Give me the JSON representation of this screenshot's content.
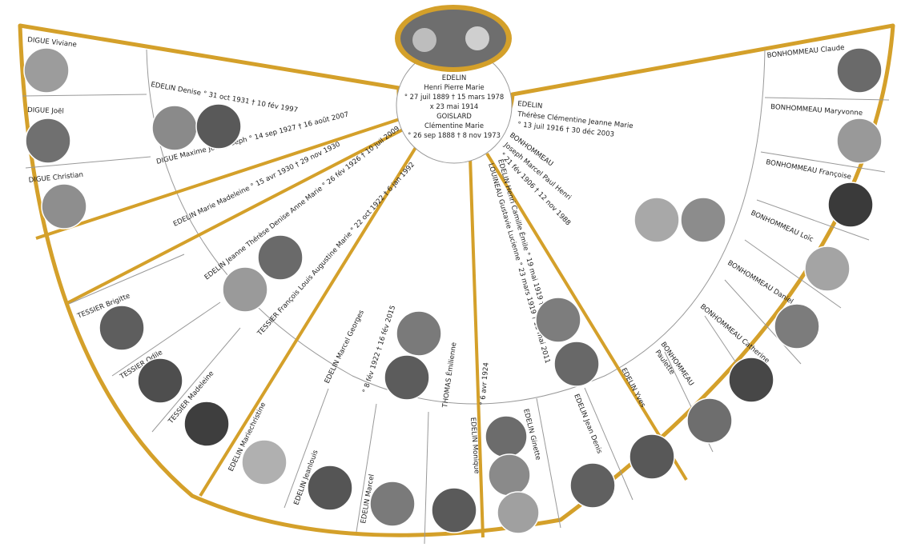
{
  "colors": {
    "frame": "#d4a02a",
    "line": "#999999",
    "background": "#ffffff",
    "text": "#222222"
  },
  "center": {
    "lines": [
      "EDELIN",
      "Henri Pierre Marie",
      "° 27 juil 1889 † 15 mars 1978",
      "x 23 mai 1914",
      "GOISLARD",
      "Clémentine Marie",
      "° 26 sep 1888 † 8 nov 1973"
    ]
  },
  "children": {
    "denise": "EDELIN Denise ° 31 oct 1931 † 10 fév 1997",
    "maxime": "DIGUE Maxime Jean Joseph ° 14 sep 1927 † 16 août 2007",
    "marie_madeleine": "EDELIN Marie Madeleine ° 15 avr 1930 † 29 nov 1930",
    "jeanne": "EDELIN Jeanne Thérèse Denise Anne Marie ° 26 fév 1926 † 10 juil 2009",
    "francois": "TESSIER François Louis Augustine Marie ° 22 oct 1922 † 6 jan 1992",
    "marcel_georges": "EDELIN Marcel Georges",
    "marcel_georges_dates": "° 8 fév 1922 † 16 fév 2015",
    "emilienne": "THOMAS Émilienne",
    "emilienne_dates": "° 6 avr 1924",
    "henri_camille": "EDELIN Henri Camille Émile ° 19 mai 1919 † 29",
    "gustavie": "LOUINEAU Gustavie Lucienne ° 23 mars 1919 † 13 mai 2011",
    "therese_l1": "EDELIN",
    "therese_l2": "Thérèse Clémentine Jeanne Marie",
    "therese_l3": "° 13 juil 1916 † 30 déc 2003",
    "joseph_l1": "BONHOMMEAU",
    "joseph_l2": "Joseph Marcel Paul Henri",
    "joseph_l3": "° 21 fév 1906 † 12 nov 1988"
  },
  "grandchildren": {
    "viviane": "DIGUE Viviane",
    "joel": "DIGUE Joël",
    "christian": "DIGUE Christian",
    "brigitte": "TESSIER Brigitte",
    "odile": "TESSIER Odile",
    "madeleine": "TESSIER  Madeleine",
    "mariechristine": "EDELIN Mariechristine",
    "jeanlouis": "EDELIN Jeanlouis",
    "marcel": "EDELIN Marcel",
    "monique": "EDELIN Monique",
    "ginette": "EDELIN Ginette",
    "jeandenis": "EDELIN Jean Denis",
    "yves": "EDELIN Yves",
    "paulette_l1": "BONHOMMEAU",
    "paulette_l2": "Paulette",
    "catherine": "BONHOMMEAU Catherine",
    "daniel": "BONHOMMEAU Daniel",
    "loic": "BONHOMMEAU Loïc",
    "francoise": "BONHOMMEAU Françoise",
    "maryvonne": "BONHOMMEAU Maryvonne",
    "claude": "BONHOMMEAU Claude"
  }
}
